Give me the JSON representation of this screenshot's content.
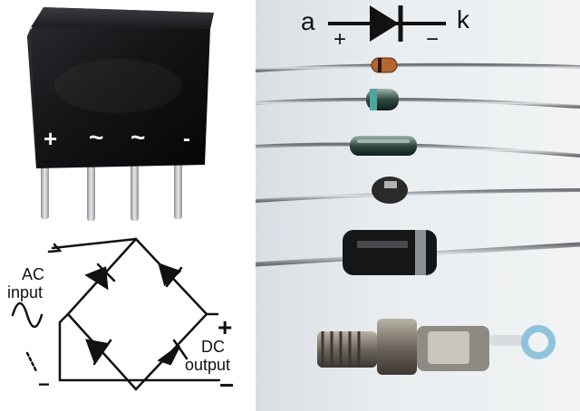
{
  "bridge_rectifier": {
    "pin_markings": [
      "+",
      "~",
      "~",
      "-"
    ]
  },
  "circuit": {
    "ac_label_line1": "AC",
    "ac_label_line2": "input",
    "dc_label_line1": "DC",
    "dc_label_line2": "output",
    "plus": "+",
    "minus": "−"
  },
  "diode_symbol": {
    "anode": "a",
    "cathode": "k",
    "plus": "+",
    "minus": "−"
  },
  "colors": {
    "package_black": "#161719",
    "lead_silver": "#b9bcc0",
    "background_photo": "#e6eaed"
  }
}
